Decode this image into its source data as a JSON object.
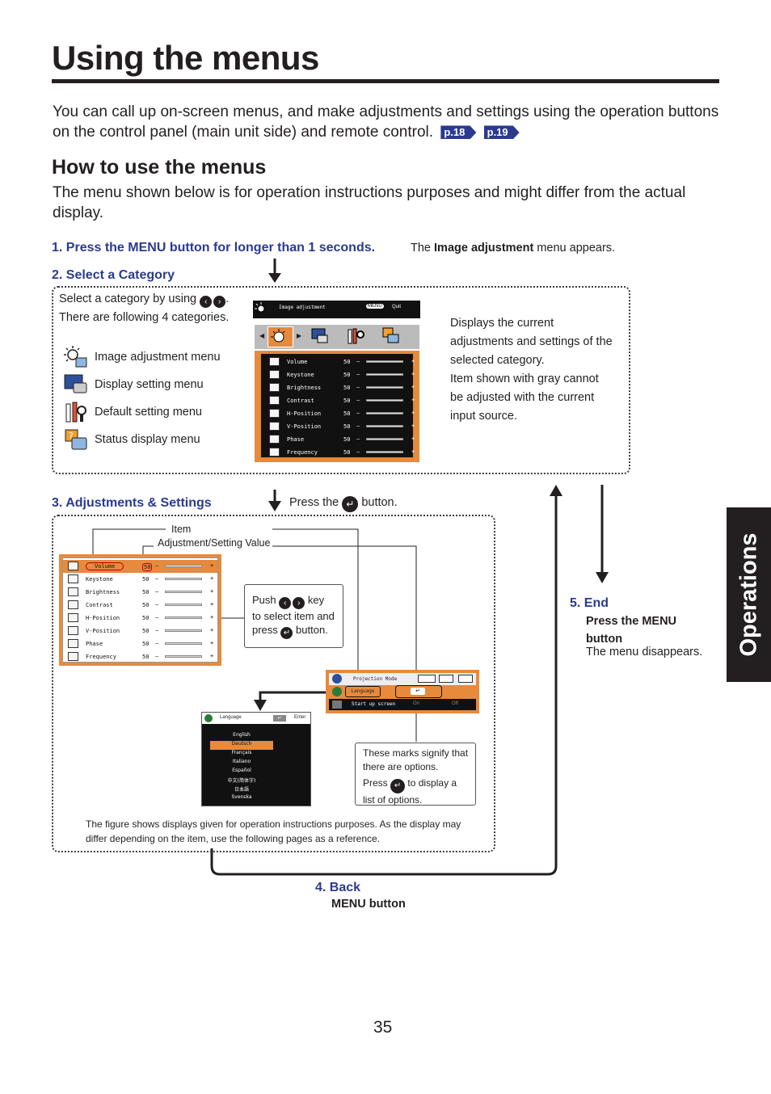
{
  "page": {
    "title": "Using the menus",
    "intro": "You can call up on-screen menus, and make adjustments and settings using the operation buttons on the control panel (main unit side) and remote control.",
    "ref1": "p.18",
    "ref2": "p.19",
    "section_title": "How to use the menus",
    "section_text": "The menu shown below is for operation instructions purposes and might differ from the actual display.",
    "side_tab": "Operations",
    "page_number": "35"
  },
  "step1": {
    "label": "1. Press the MENU button for longer than 1 seconds.",
    "note_pre": "The",
    "note_bold": "Image adjustment",
    "note_post": "menu appears."
  },
  "step2": {
    "label": "2. Select a Category",
    "line1": "Select a category by using",
    "line1_end": ".",
    "line2": "There are following 4 categories.",
    "categories": [
      "Image adjustment menu",
      "Display setting menu",
      "Default setting menu",
      "Status display menu"
    ],
    "right_text": [
      "Displays the current",
      "adjustments and settings of the",
      "selected category.",
      "Item shown with gray cannot",
      "be adjusted with the current",
      "input source."
    ]
  },
  "osd_main": {
    "header_title": "Image adjustment",
    "header_menu": "MENU",
    "header_quit": "Quit",
    "items": [
      {
        "label": "Volume",
        "value": "50"
      },
      {
        "label": "Keystone",
        "value": "50"
      },
      {
        "label": "Brightness",
        "value": "50"
      },
      {
        "label": "Contrast",
        "value": "50"
      },
      {
        "label": "H-Position",
        "value": "50"
      },
      {
        "label": "V-Position",
        "value": "50"
      },
      {
        "label": "Phase",
        "value": "50"
      },
      {
        "label": "Frequency",
        "value": "50"
      }
    ]
  },
  "step3": {
    "label": "3. Adjustments & Settings",
    "press_pre": "Press the",
    "press_post": "button.",
    "item_label": "Item",
    "value_label": "Adjustment/Setting Value",
    "push_line1_pre": "Push",
    "push_line1_post": "key",
    "push_line2": "to select item and",
    "push_line3_pre": "press",
    "push_line3_post": "button.",
    "marks_line1": "These marks signify that",
    "marks_line2": "there are options.",
    "marks_line3_pre": "Press",
    "marks_line3_post": "to display a",
    "marks_line4": "list of options.",
    "footnote": "The figure shows displays given for operation instructions purposes. As the display may differ depending on the item, use the following pages as a reference."
  },
  "osd_default": {
    "row1_label": "Projection Mode",
    "row2_label": "Language",
    "row3_label": "Start up screen",
    "row3_val1": "On",
    "row3_val2": "Off"
  },
  "osd_language": {
    "header": "Language",
    "enter": "Enter",
    "options": [
      "English",
      "Deutsch",
      "Français",
      "Italiano",
      "Español",
      "中文(简体字)",
      "日本語",
      "Svenska"
    ]
  },
  "step4": {
    "label": "4. Back",
    "text": "MENU button"
  },
  "step5": {
    "label": "5. End",
    "bold1": "Press the MENU",
    "bold2": "button",
    "text": "The menu disappears."
  },
  "colors": {
    "accent_blue": "#2b3a8f",
    "osd_orange": "#e78a3c"
  }
}
